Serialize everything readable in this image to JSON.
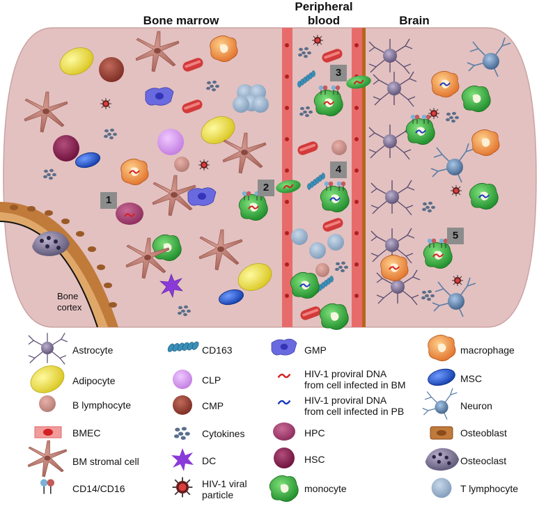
{
  "headers": {
    "bone_marrow": "Bone marrow",
    "peripheral_blood": "Peripheral\nblood",
    "brain": "Brain"
  },
  "scene_labels": {
    "bone_cortex": "Bone\ncortex"
  },
  "steps": [
    "1",
    "2",
    "3",
    "4",
    "5"
  ],
  "legend": [
    {
      "icon": "astrocyte-icon",
      "label": "Astrocyte"
    },
    {
      "icon": "adipocyte-icon",
      "label": "Adipocyte"
    },
    {
      "icon": "b-lymphocyte-icon",
      "label": "B lymphocyte"
    },
    {
      "icon": "bmec-icon",
      "label": "BMEC"
    },
    {
      "icon": "bm-stromal-cell-icon",
      "label": "BM stromal cell"
    },
    {
      "icon": "cd14-cd16-icon",
      "label": "CD14/CD16"
    },
    {
      "icon": "cd163-icon",
      "label": "CD163"
    },
    {
      "icon": "clp-icon",
      "label": "CLP"
    },
    {
      "icon": "cmp-icon",
      "label": "CMP"
    },
    {
      "icon": "cytokines-icon",
      "label": "Cytokines"
    },
    {
      "icon": "dc-icon",
      "label": "DC"
    },
    {
      "icon": "hiv-viral-particle-icon",
      "label": "HIV-1 viral\nparticle"
    },
    {
      "icon": "gmp-icon",
      "label": "GMP"
    },
    {
      "icon": "proviral-dna-bm-icon",
      "label": "HIV-1 proviral DNA\nfrom cell infected in BM"
    },
    {
      "icon": "proviral-dna-pb-icon",
      "label": "HIV-1 proviral DNA\nfrom cell infected in PB"
    },
    {
      "icon": "hpc-icon",
      "label": "HPC"
    },
    {
      "icon": "hsc-icon",
      "label": "HSC"
    },
    {
      "icon": "monocyte-icon",
      "label": "monocyte"
    },
    {
      "icon": "macrophage-icon",
      "label": "macrophage"
    },
    {
      "icon": "msc-icon",
      "label": "MSC"
    },
    {
      "icon": "neuron-icon",
      "label": "Neuron"
    },
    {
      "icon": "osteoblast-icon",
      "label": "Osteoblast"
    },
    {
      "icon": "osteoclast-icon",
      "label": "Osteoclast"
    },
    {
      "icon": "t-lymphocyte-icon",
      "label": "T lymphocyte"
    }
  ],
  "colors": {
    "tissue": "#e3c1c0",
    "tissue_stroke": "#c9a2a1",
    "vessel_wall": "#e86b6b",
    "blood": "#e5c7c6",
    "monocyte": "#3cb043",
    "macrophage": "#f29445",
    "adipocyte": "#f0e040",
    "msc": "#1f57c8",
    "gmp": "#6a6ae0",
    "neuron": "#5a7da6",
    "astrocyte": "#6e6484",
    "rbc": "#d33a3a",
    "osteoblast": "#c07a3a"
  }
}
